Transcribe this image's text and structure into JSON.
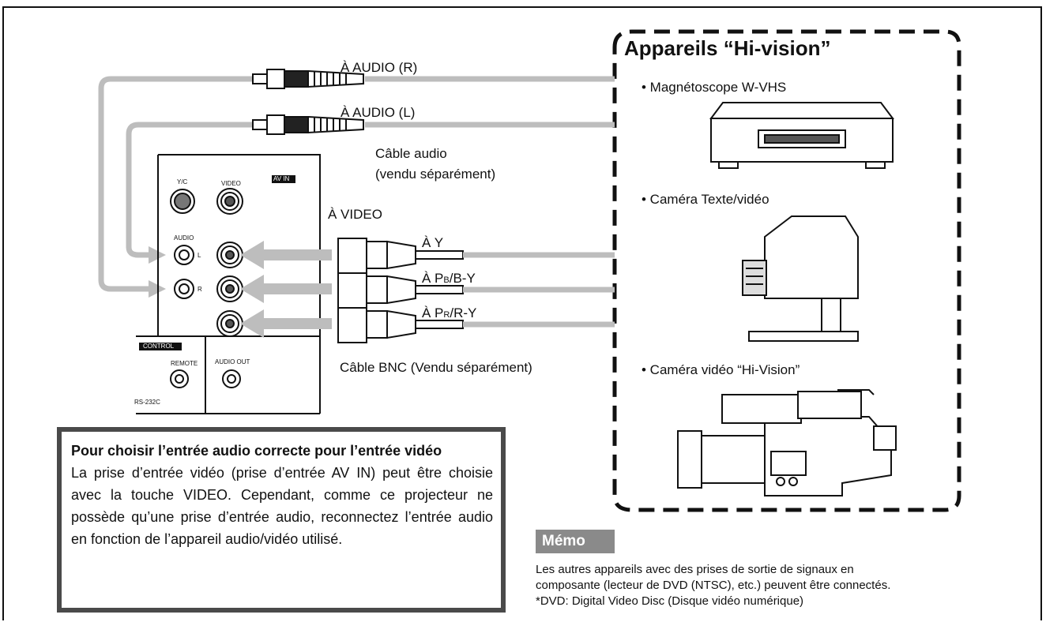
{
  "header": {
    "title": "Appareils “Hi-vision”"
  },
  "devices": [
    {
      "label": "• Magnétoscope W-VHS",
      "icon": "vcr-icon"
    },
    {
      "label": "• Caméra Texte/vidéo",
      "icon": "document-camera-icon"
    },
    {
      "label": "•  Caméra vidéo “Hi-Vision”",
      "icon": "camcorder-icon"
    }
  ],
  "cables": {
    "audio_r": "À AUDIO (R)",
    "audio_l": "À AUDIO (L)",
    "audio_cable": "Câble audio",
    "audio_cable_note": "(vendu séparément)",
    "video": "À VIDEO",
    "y": "À Y",
    "pb_prefix": "À P",
    "pb_sub": "B",
    "pb_suffix": "/B-Y",
    "pr_prefix": "À P",
    "pr_sub": "R",
    "pr_suffix": "/R-Y",
    "bnc_cable": "Câble BNC (Vendu séparément)"
  },
  "panel": {
    "yc": "Y/C",
    "video": "VIDEO",
    "av_in": "AV IN",
    "audio": "AUDIO",
    "l": "L",
    "r": "R",
    "control": "CONTROL",
    "remote": "REMOTE",
    "audio_out": "AUDIO OUT",
    "rs232c": "RS-232C"
  },
  "note": {
    "title": "Pour choisir l’entrée audio correcte pour l’entrée vidéo",
    "body": "La prise d’entrée vidéo (prise d’entrée AV IN) peut être choisie avec la touche VIDEO. Cependant, comme ce projecteur ne possède qu’une prise d’entrée audio, reconnectez l’entrée audio en fonction de l’appareil audio/vidéo utilisé."
  },
  "memo": {
    "tag": "Mémo",
    "line1": "Les autres appareils avec des prises de sortie de signaux en",
    "line2": "composante (lecteur de DVD (NTSC), etc.) peuvent être connectés.",
    "line3": "*DVD: Digital Video Disc (Disque vidéo numérique)"
  },
  "colors": {
    "cable": "#bdbdbd",
    "ink": "#111111",
    "memo_bg": "#8a8a8a",
    "note_border": "#4a4a4a"
  }
}
